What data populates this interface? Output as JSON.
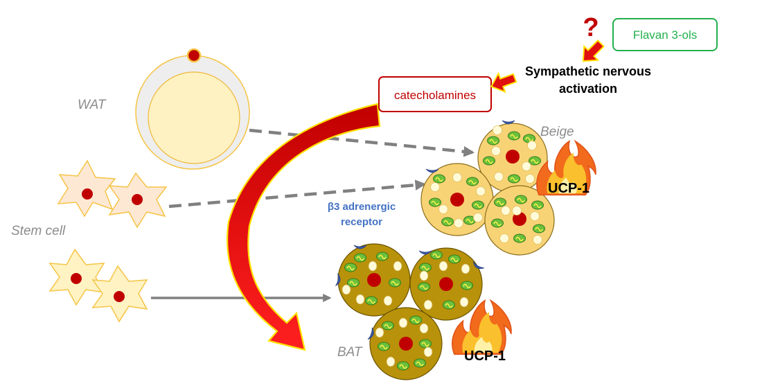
{
  "labels": {
    "wat": "WAT",
    "stem_cell": "Stem cell",
    "beige": "Beige",
    "bat": "BAT",
    "ucp_beige": "UCP-1",
    "ucp_bat": "UCP-1",
    "receptor_line1": "β3 adrenergic",
    "receptor_line2": "receptor",
    "sympathetic_line1": "Sympathetic nervous",
    "sympathetic_line2": "activation",
    "catecholamines": "catecholamines",
    "flavanols": "Flavan 3-ols",
    "question": "?"
  },
  "colors": {
    "wat_ring": "#eeeeee",
    "wat_cytoplasm": "#fef2c2",
    "nucleus": "#c00000",
    "beige_cell": "#f8d376",
    "bat_cell": "#b8920a",
    "mitochondrion": "#6cc03c",
    "lipid_droplet": "#fffbd8",
    "stem_cell": "#fff3c4",
    "catecholamine_box": "#c00000",
    "flavanol_box": "#22b04c",
    "receptor_text": "#4472c4",
    "receptor_shape": "#3a5aa8",
    "big_arrow": "#e01010",
    "dashed_arrow": "#808080",
    "flame_outer": "#f26a1b",
    "flame_inner": "#fbc02d"
  },
  "icons": [
    "question-mark-icon",
    "flame-icon",
    "big-curved-arrow-icon",
    "dashed-arrow-icon"
  ]
}
